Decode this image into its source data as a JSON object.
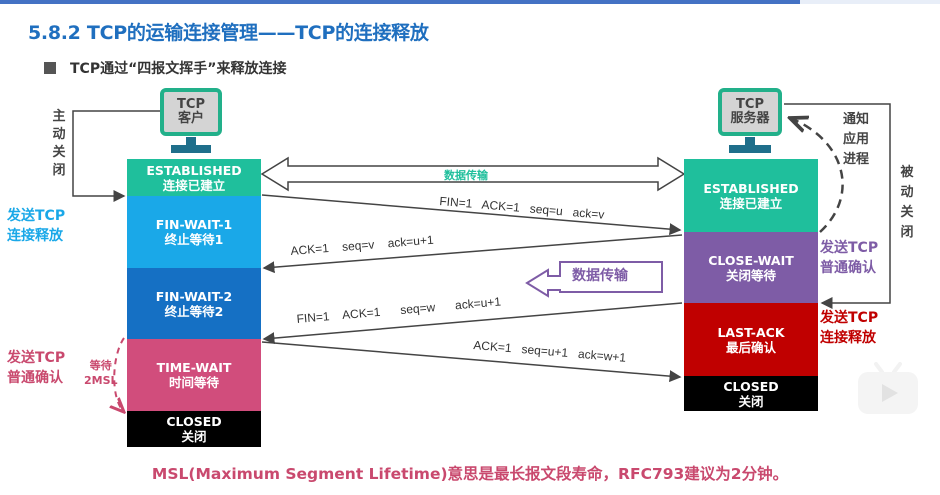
{
  "header": {
    "title": "5.8.2 TCP的运输连接管理——TCP的连接释放",
    "subtitle": "TCP通过“四报文挥手”来释放连接"
  },
  "client": {
    "label_line1": "TCP",
    "label_line2": "客户",
    "active_close_chars": [
      "主",
      "动",
      "关",
      "闭"
    ],
    "send_release_line1": "发送TCP",
    "send_release_line2": "连接释放",
    "send_ack_line1": "发送TCP",
    "send_ack_line2": "普通确认",
    "wait_line1": "等待",
    "wait_line2": "2MSL",
    "states": [
      {
        "name": "ESTABLISHED",
        "cn": "连接已建立",
        "color": "#1fbf9c"
      },
      {
        "name": "FIN-WAIT-1",
        "cn": "终止等待1",
        "color": "#1aa8e8"
      },
      {
        "name": "FIN-WAIT-2",
        "cn": "终止等待2",
        "color": "#1570c4"
      },
      {
        "name": "TIME-WAIT",
        "cn": "时间等待",
        "color": "#d14d7c"
      },
      {
        "name": "CLOSED",
        "cn": "关闭",
        "color": "#000000"
      }
    ]
  },
  "server": {
    "label_line1": "TCP",
    "label_line2": "服务器",
    "notify_chars": [
      "通知",
      "应用",
      "进程"
    ],
    "passive_close_chars": [
      "被",
      "动",
      "关",
      "闭"
    ],
    "send_ack_line1": "发送TCP",
    "send_ack_line2": "普通确认",
    "send_release_line1": "发送TCP",
    "send_release_line2": "连接释放",
    "states": [
      {
        "name": "ESTABLISHED",
        "cn": "连接已建立",
        "color": "#1fbf9c"
      },
      {
        "name": "CLOSE-WAIT",
        "cn": "关闭等待",
        "color": "#7e5ca6"
      },
      {
        "name": "LAST-ACK",
        "cn": "最后确认",
        "color": "#c00000"
      },
      {
        "name": "CLOSED",
        "cn": "关闭",
        "color": "#000000"
      }
    ]
  },
  "data_transfer_both": "数据传输",
  "data_transfer_server": "数据传输",
  "messages": [
    {
      "text": "FIN=1   ACK=1   seq=u   ack=v",
      "direction": "client-to-server"
    },
    {
      "text": "ACK=1    seq=v    ack=u+1",
      "direction": "server-to-client"
    },
    {
      "text": "FIN=1    ACK=1      seq=w      ack=u+1",
      "direction": "server-to-client"
    },
    {
      "text": "ACK=1   seq=u+1   ack=w+1",
      "direction": "client-to-server"
    }
  ],
  "footer": "MSL(Maximum Segment Lifetime)意思是最长报文段寿命，RFC793建议为2分钟。",
  "colors": {
    "title": "#1f6fbf",
    "client_send_release": "#1aa8e8",
    "pink": "#c9496e",
    "purple": "#7e5ca6",
    "red": "#c00000",
    "teal": "#1fbf9c"
  }
}
